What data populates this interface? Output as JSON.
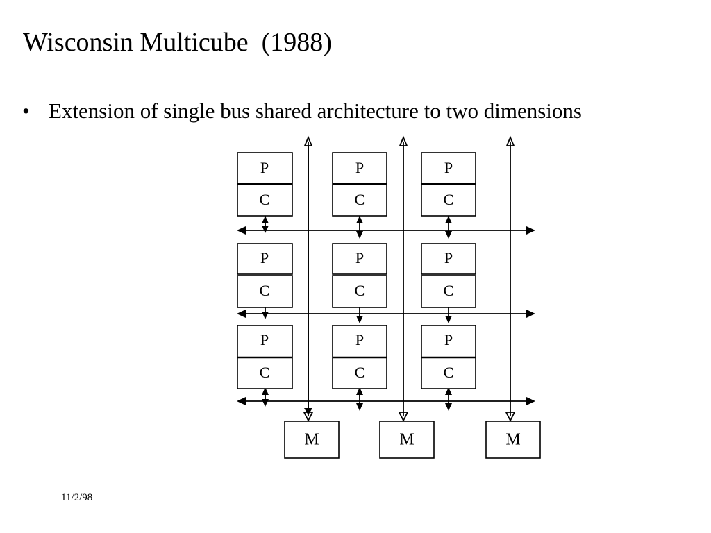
{
  "slide": {
    "title": "Wisconsin Multicube  (1988)",
    "date": "11/2/98",
    "bullet_marker": "•",
    "bullets": [
      "Extension of single bus shared architecture to two dimensions"
    ]
  },
  "diagram": {
    "name": "wisconsin-multicube-topology",
    "node_labels": {
      "processor": "P",
      "cache": "C",
      "memory": "M"
    },
    "grid": {
      "rows": 3,
      "columns": 3,
      "column_bus_count": 3,
      "row_bus_count": 3,
      "memory_count": 3
    },
    "nodes": [
      {
        "row": 1,
        "col": 1,
        "processor": "P",
        "cache": "C"
      },
      {
        "row": 1,
        "col": 2,
        "processor": "P",
        "cache": "C"
      },
      {
        "row": 1,
        "col": 3,
        "processor": "P",
        "cache": "C"
      },
      {
        "row": 2,
        "col": 1,
        "processor": "P",
        "cache": "C"
      },
      {
        "row": 2,
        "col": 2,
        "processor": "P",
        "cache": "C"
      },
      {
        "row": 2,
        "col": 3,
        "processor": "P",
        "cache": "C"
      },
      {
        "row": 3,
        "col": 1,
        "processor": "P",
        "cache": "C"
      },
      {
        "row": 3,
        "col": 2,
        "processor": "P",
        "cache": "C"
      },
      {
        "row": 3,
        "col": 3,
        "processor": "P",
        "cache": "C"
      }
    ],
    "memories": [
      {
        "index": 1,
        "label": "M"
      },
      {
        "index": 2,
        "label": "M"
      },
      {
        "index": 3,
        "label": "M"
      }
    ],
    "colors": {
      "stroke": "#000000",
      "fill": "#ffffff",
      "text": "#000000",
      "background": "#ffffff"
    }
  }
}
